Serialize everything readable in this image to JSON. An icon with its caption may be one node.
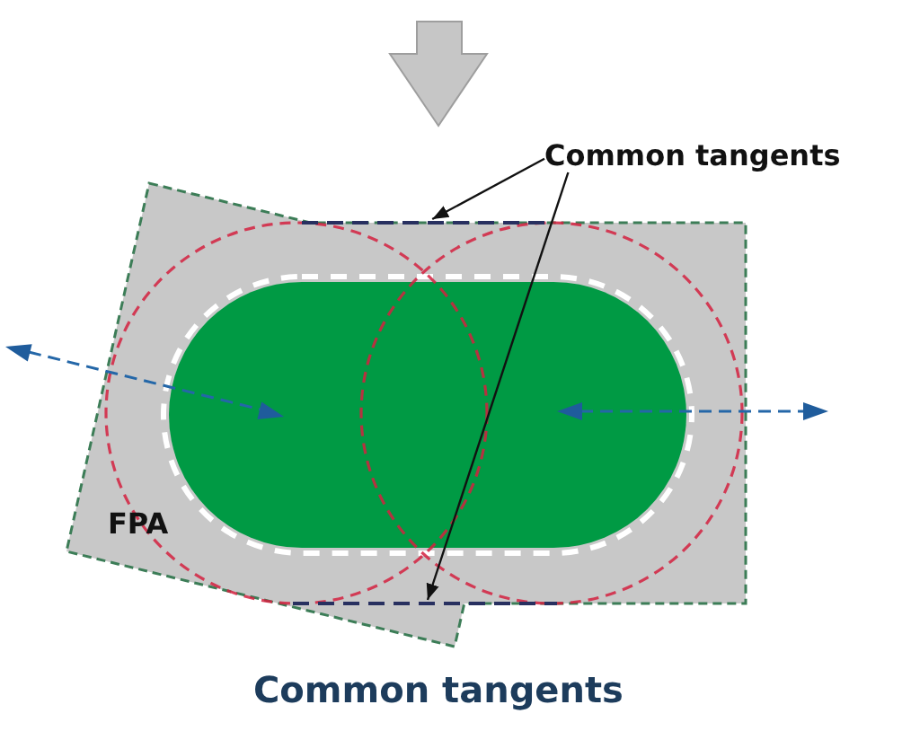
{
  "diagram": {
    "caption": "Common tangents",
    "nodes": [
      {
        "text": [
          "Common tangents"
        ]
      },
      {
        "text": [
          "FPA"
        ]
      },
      {
        "text": [],
        "shape": "line",
        "in": 1
      },
      {
        "text": [],
        "shape": "line",
        "in": 1
      }
    ],
    "edges": [
      {
        "from": 0,
        "to": 2,
        "arrow": "to"
      },
      {
        "from": 0,
        "to": 3,
        "arrow": "to"
      }
    ]
  }
}
